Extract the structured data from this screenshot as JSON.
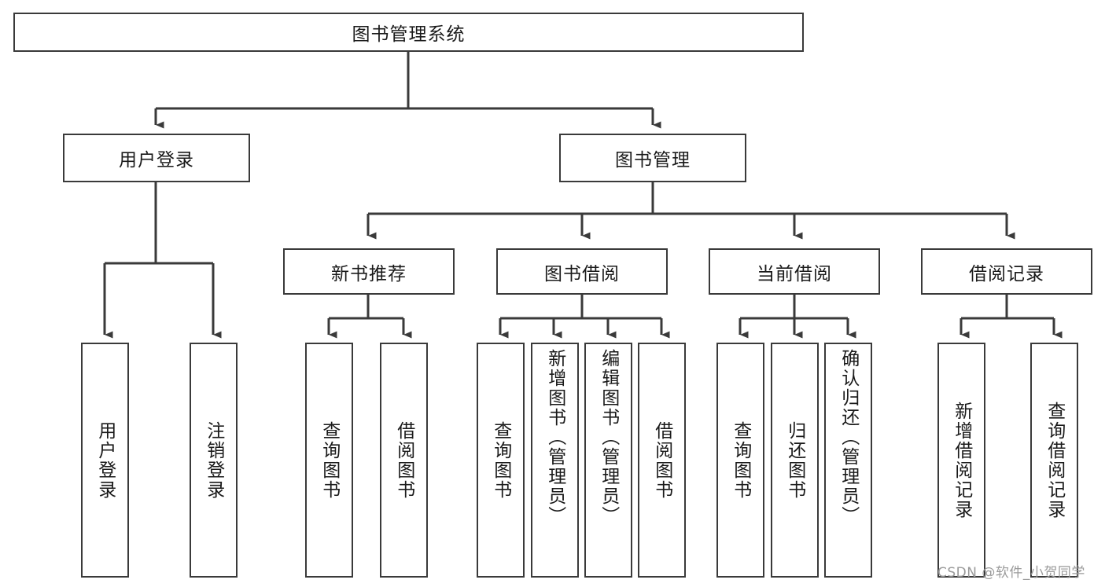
{
  "diagram": {
    "title": "图书管理系统",
    "type": "tree-hierarchy-chart",
    "root": {
      "label": "图书管理系统"
    },
    "level2": [
      {
        "label": "用户登录"
      },
      {
        "label": "图书管理"
      }
    ],
    "level3": [
      {
        "label": "新书推荐"
      },
      {
        "label": "图书借阅"
      },
      {
        "label": "当前借阅"
      },
      {
        "label": "借阅记录"
      }
    ],
    "leaves": [
      {
        "label": "用户登录",
        "parent": "用户登录"
      },
      {
        "label": "注销登录",
        "parent": "用户登录"
      },
      {
        "label": "查询图书",
        "parent": "新书推荐"
      },
      {
        "label": "借阅图书",
        "parent": "新书推荐"
      },
      {
        "label": "查询图书",
        "parent": "图书借阅"
      },
      {
        "label": "新增图书（管理员）",
        "parent": "图书借阅"
      },
      {
        "label": "编辑图书（管理员）",
        "parent": "图书借阅"
      },
      {
        "label": "借阅图书",
        "parent": "图书借阅"
      },
      {
        "label": "查询图书",
        "parent": "当前借阅"
      },
      {
        "label": "归还图书",
        "parent": "当前借阅"
      },
      {
        "label": "确认归还（管理员）",
        "parent": "当前借阅"
      },
      {
        "label": "新增借阅记录",
        "parent": "借阅记录"
      },
      {
        "label": "查询借阅记录",
        "parent": "借阅记录"
      }
    ]
  },
  "watermark": {
    "text": "CSDN @软件_小贺同学"
  },
  "colors": {
    "stroke": "#3a3a3a",
    "text": "#1a1a1a",
    "background": "#ffffff",
    "watermark": "#9a9a9a"
  }
}
